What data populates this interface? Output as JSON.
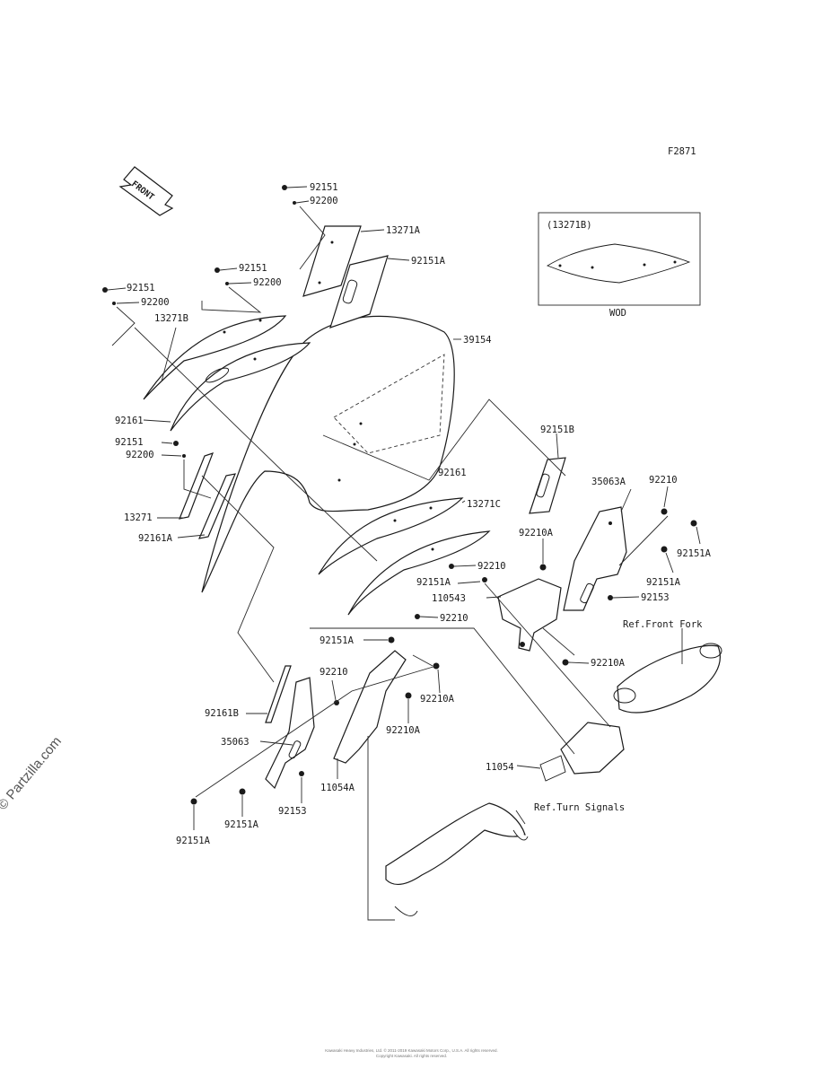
{
  "figure_code": "F2871",
  "front_label": "FRONT",
  "inset": {
    "ref": "(13271B)",
    "caption": "WOD"
  },
  "part_labels": [
    "92151",
    "92200",
    "13271A",
    "92151A",
    "92151",
    "92200",
    "92151",
    "92200",
    "13271B",
    "39154",
    "92161",
    "92151",
    "92200",
    "92151B",
    "92161",
    "13271",
    "92161A",
    "13271C",
    "35063A",
    "92210",
    "92151A",
    "92210A",
    "92151A",
    "92210",
    "92151A",
    "110543",
    "92153",
    "92210",
    "Ref.Front Fork",
    "92151A",
    "92210A",
    "92210",
    "92210A",
    "92161B",
    "92210A",
    "35063",
    "11054",
    "11054A",
    "92153",
    "92151A",
    "92151A",
    "Ref.Turn Signals"
  ],
  "watermark": "© Partzilla.com",
  "copyright_lines": [
    "Kawasaki Heavy Industries, Ltd. © 2011-2019 Kawasaki Motors Corp., U.S.A. All rights reserved.",
    "Copyright Kawasaki. All rights reserved."
  ]
}
